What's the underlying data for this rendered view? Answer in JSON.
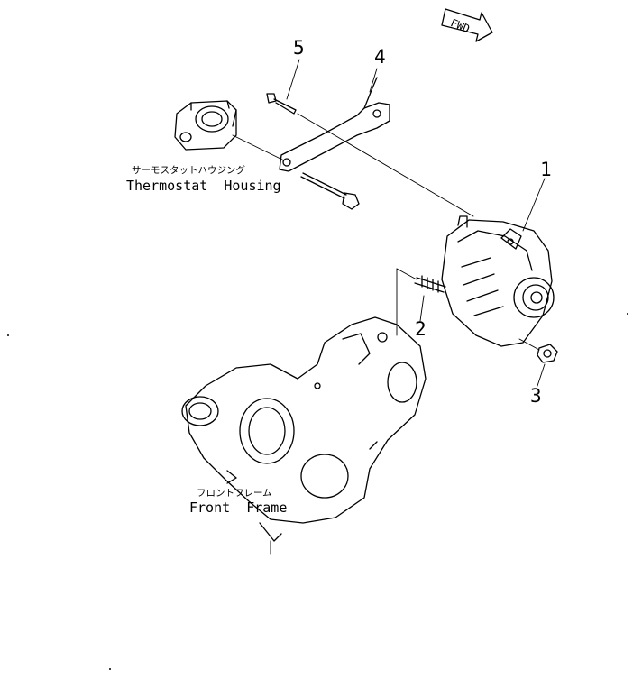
{
  "callouts": [
    {
      "id": "1",
      "text": "1"
    },
    {
      "id": "2",
      "text": "2"
    },
    {
      "id": "3",
      "text": "3"
    },
    {
      "id": "4",
      "text": "4"
    },
    {
      "id": "5",
      "text": "5"
    }
  ],
  "labels": {
    "thermostat_jp": "サーモスタットハウジング",
    "thermostat_en": "Thermostat  Housing",
    "frame_jp": "フロントフレーム",
    "frame_en": "Front  Frame",
    "fwd": "FWD"
  }
}
